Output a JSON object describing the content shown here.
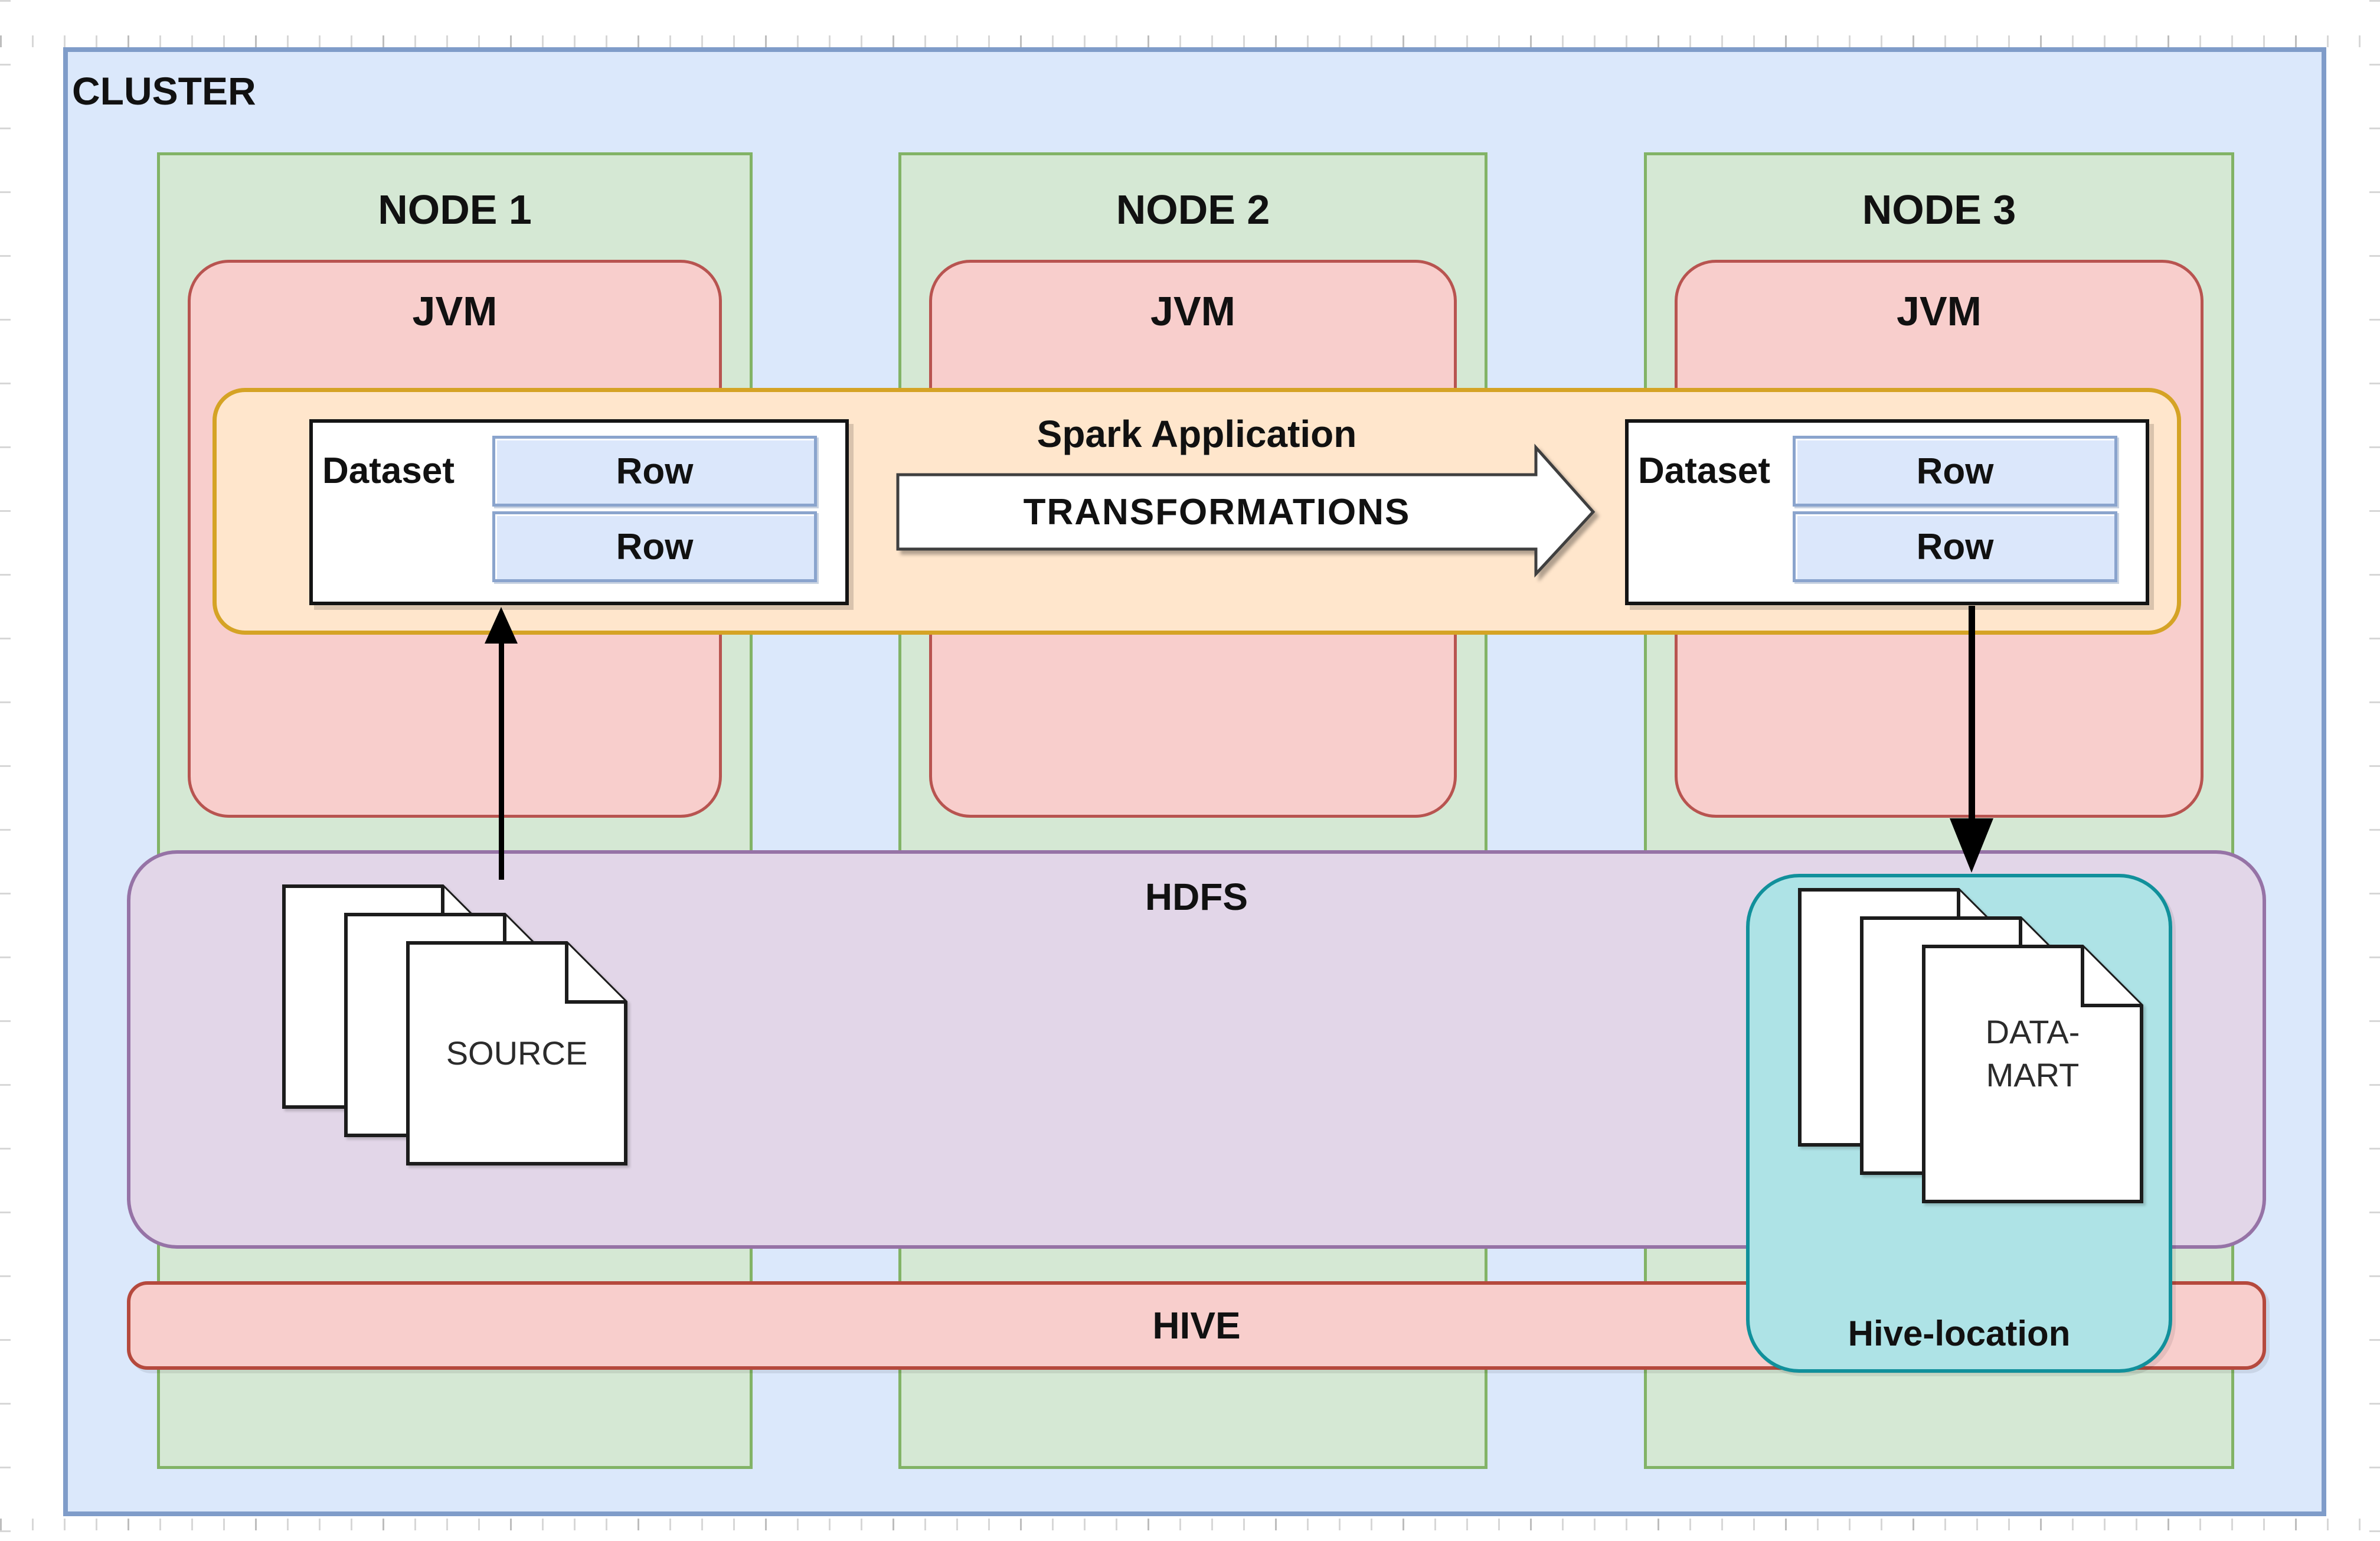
{
  "diagram": {
    "cluster": {
      "label": "CLUSTER"
    },
    "nodes": [
      {
        "label": "NODE 1",
        "jvm": "JVM"
      },
      {
        "label": "NODE 2",
        "jvm": "JVM"
      },
      {
        "label": "NODE 3",
        "jvm": "JVM"
      }
    ],
    "spark_application": {
      "label": "Spark Application",
      "transformations": "TRANSFORMATIONS"
    },
    "datasets": {
      "left": {
        "label": "Dataset",
        "rows": [
          "Row",
          "Row"
        ]
      },
      "right": {
        "label": "Dataset",
        "rows": [
          "Row",
          "Row"
        ]
      }
    },
    "hdfs": {
      "label": "HDFS"
    },
    "hive": {
      "label": "HIVE"
    },
    "source": {
      "label": "SOURCE"
    },
    "datamart": {
      "line1": "DATA-",
      "line2": "MART"
    },
    "hive_location": {
      "label": "Hive-location"
    },
    "colors": {
      "cluster_fill": "#dbe8fb",
      "cluster_border": "#7f9cc9",
      "node_fill": "#d5e8d4",
      "node_border": "#82b366",
      "jvm_fill": "#f8cecc",
      "jvm_border": "#b85450",
      "spark_fill": "#ffe6cc",
      "spark_border": "#d5a325",
      "hdfs_fill": "#e2d6e8",
      "hdfs_border": "#9673a6",
      "hive_fill": "#f8cecc",
      "hive_border": "#b5493d",
      "hive_location_fill": "#aee3e6",
      "hive_location_border": "#11909b",
      "row_fill": "#dbe7fb",
      "row_border": "#8aa4cd",
      "dataset_border": "#141414",
      "arrow_color": "#000000"
    }
  }
}
